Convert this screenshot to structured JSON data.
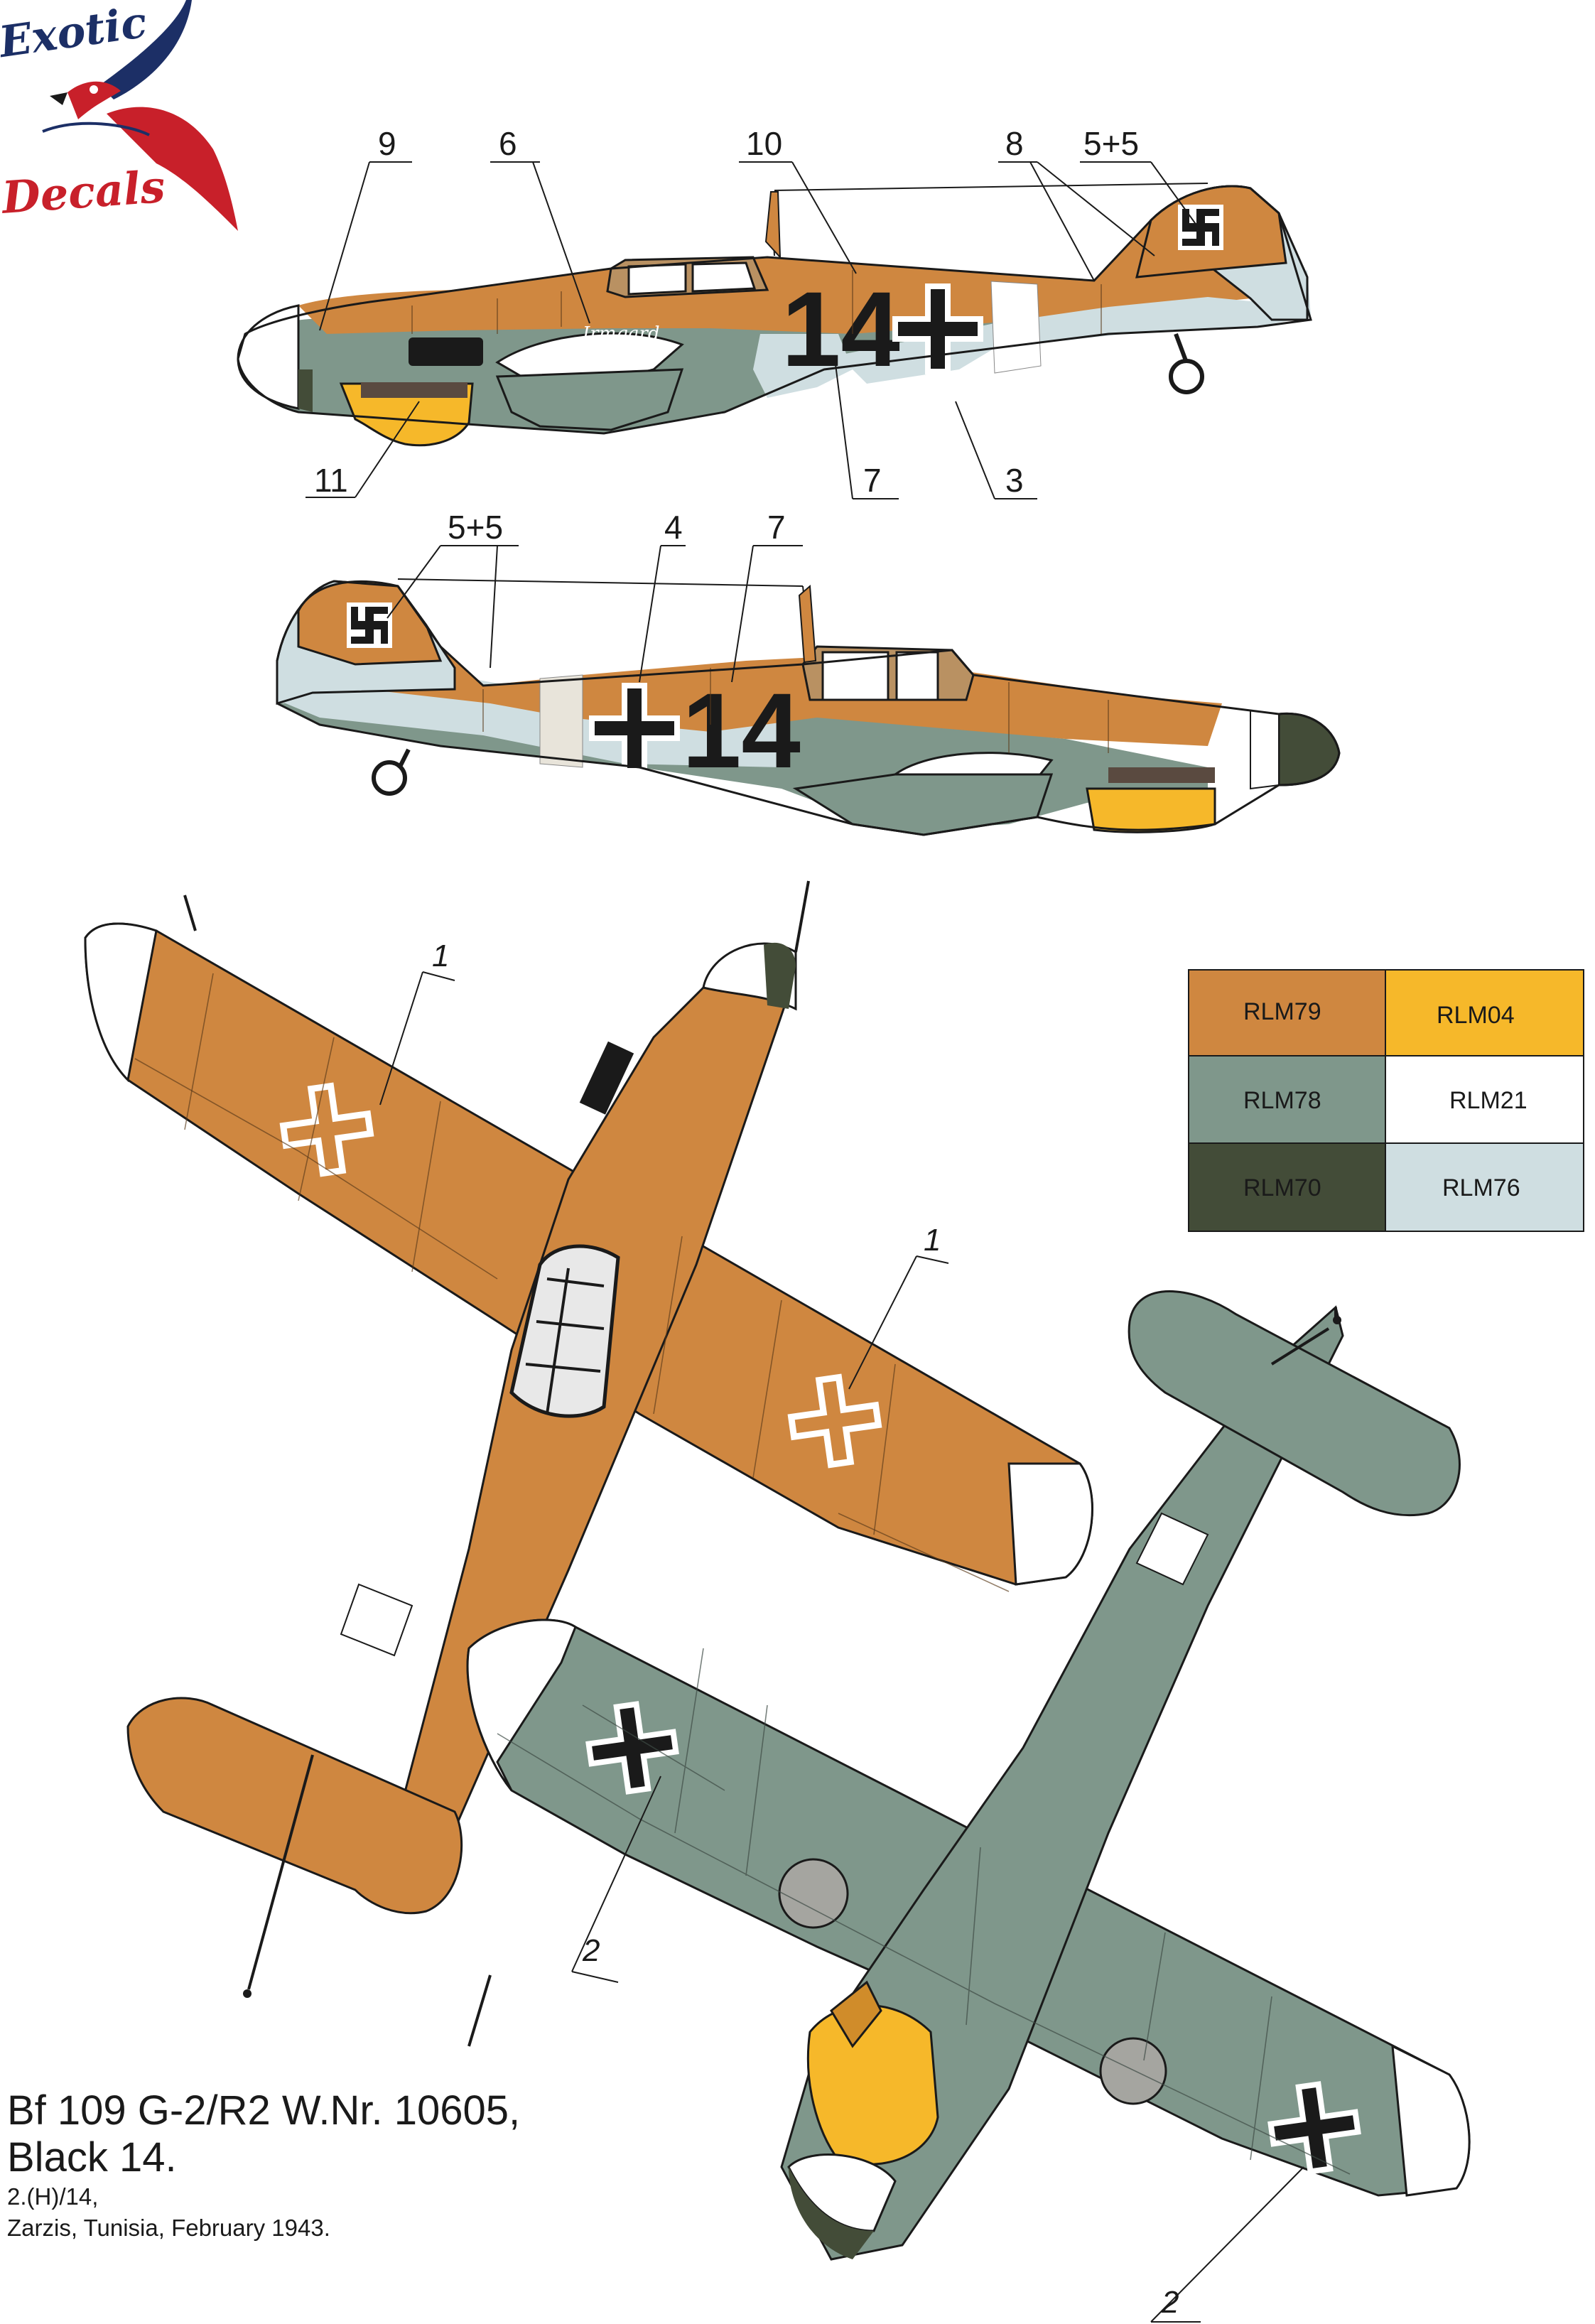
{
  "logo": {
    "line1": "Exotic",
    "line2": "Decals"
  },
  "title": {
    "line1": "Bf 109 G-2/R2 W.Nr. 10605,",
    "line2": "Black 14.",
    "unit": "2.(H)/14,",
    "location": "Zarzis, Tunisia, February 1943."
  },
  "fuselage_code": "14",
  "nose_script": "Irmgard",
  "colors": {
    "RLM79": "#cf8740",
    "RLM04": "#f6b82a",
    "RLM78": "#7f978b",
    "RLM21": "#ffffff",
    "RLM70": "#434c38",
    "RLM76": "#cfdee1"
  },
  "legend": [
    {
      "label": "RLM79",
      "color": "#cf8740"
    },
    {
      "label": "RLM04",
      "color": "#f6b82a"
    },
    {
      "label": "RLM78",
      "color": "#7f978b"
    },
    {
      "label": "RLM21",
      "color": "#ffffff"
    },
    {
      "label": "RLM70",
      "color": "#434c38"
    },
    {
      "label": "RLM76",
      "color": "#cfdee1"
    }
  ],
  "callouts": {
    "left_view": {
      "c9": "9",
      "c6": "6",
      "c10": "10",
      "c8": "8",
      "c55": "5+5",
      "c11": "11",
      "c7": "7",
      "c3": "3"
    },
    "right_view": {
      "c55": "5+5",
      "c4": "4",
      "c7": "7"
    },
    "top_view": {
      "c1a": "1",
      "c1b": "1"
    },
    "bottom_view": {
      "c2a": "2",
      "c2b": "2"
    }
  }
}
